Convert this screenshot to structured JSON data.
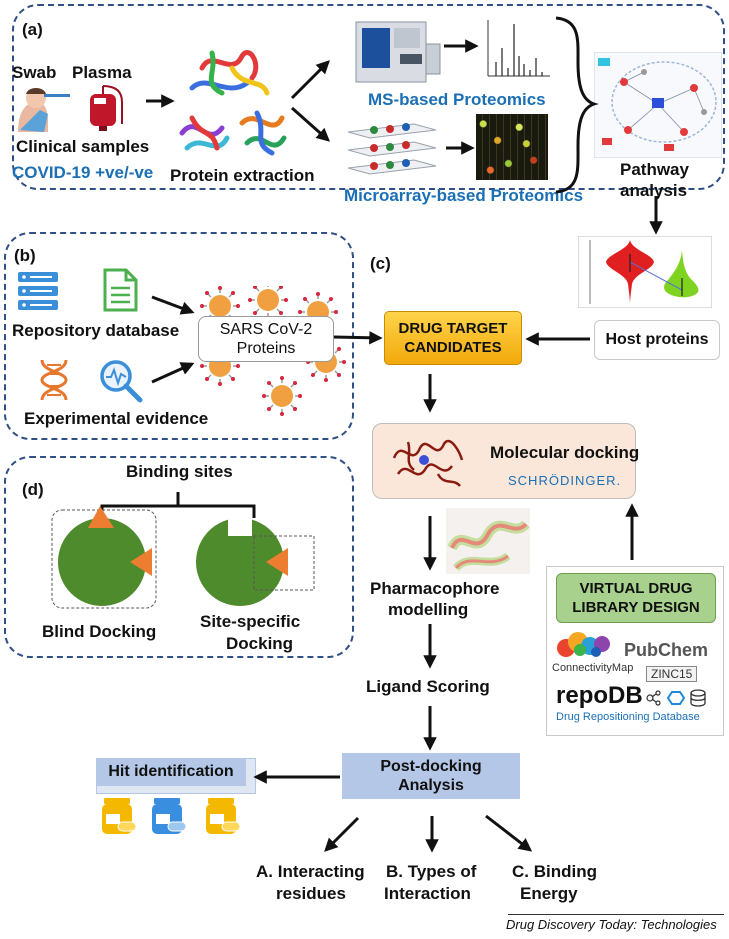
{
  "panel_a": {
    "tag": "(a)",
    "swab": "Swab",
    "plasma": "Plasma",
    "clinical_samples": "Clinical samples",
    "covid": "COVID-19 +ve/-ve",
    "protein_extraction": "Protein extraction",
    "ms_proteomics": "MS-based Proteomics",
    "microarray_proteomics": "Microarray-based Proteomics",
    "pathway_analysis_1": "Pathway",
    "pathway_analysis_2": "analysis"
  },
  "panel_b": {
    "tag": "(b)",
    "repository": "Repository database",
    "experimental": "Experimental evidence",
    "sars_1": "SARS CoV-2",
    "sars_2": "Proteins"
  },
  "panel_c": {
    "tag": "(c)",
    "drug_target_1": "DRUG TARGET",
    "drug_target_2": "CANDIDATES",
    "host_proteins": "Host proteins",
    "molecular_docking": "Molecular docking",
    "schrodinger": "SCHRÖDINGER.",
    "pharmacophore_1": "Pharmacophore",
    "pharmacophore_2": "modelling",
    "ligand_scoring": "Ligand Scoring",
    "post_docking_1": "Post-docking",
    "post_docking_2": "Analysis",
    "hit_identification": "Hit identification",
    "virtual_lib_1": "VIRTUAL DRUG",
    "virtual_lib_2": "LIBRARY DESIGN",
    "pubchem": "PubChem",
    "connectivity_map": "ConnectivityMap",
    "zinc": "ZINC15",
    "repodb": "repoDB",
    "repodb_sub": "Drug Repositioning Database",
    "out_a_1": "A. Interacting",
    "out_a_2": "residues",
    "out_b_1": "B. Types of",
    "out_b_2": "Interaction",
    "out_c_1": "C. Binding",
    "out_c_2": "Energy"
  },
  "panel_d": {
    "tag": "(d)",
    "binding_sites": "Binding sites",
    "blind": "Blind Docking",
    "site_specific_1": "Site-specific",
    "site_specific_2": "Docking"
  },
  "footer": {
    "journal": "Drug Discovery Today: Technologies"
  },
  "colors": {
    "panel_border": "#2f4f86",
    "blue_text": "#1b6fb5",
    "drug_target_fill": "#f6b812",
    "docking_fill": "#fbe7da",
    "virtual_lib_fill": "#a9d18e",
    "post_docking_fill": "#b4c7e7",
    "shape_green": "#4e8b2c",
    "triangle_orange": "#ed7d31"
  }
}
